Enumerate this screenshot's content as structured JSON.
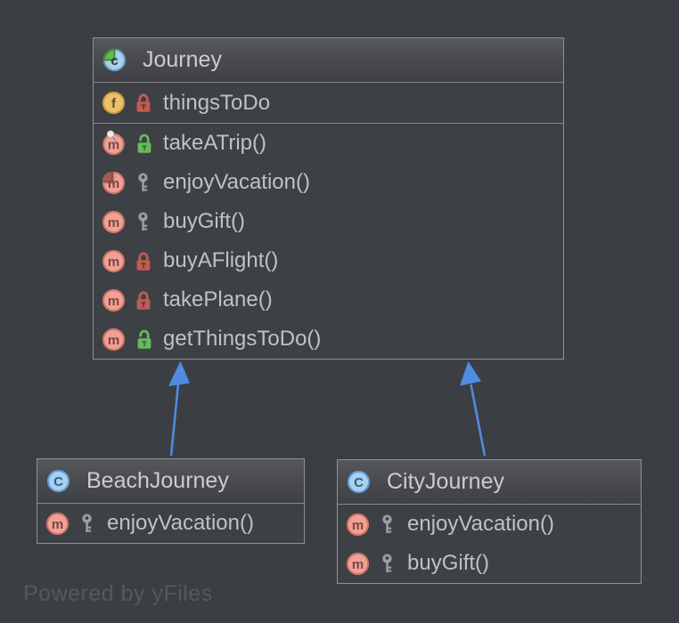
{
  "canvas": {
    "watermark": "Powered by yFiles",
    "background": "#3b3e42"
  },
  "icons": {
    "abstract_class_letter": "c",
    "class_letter": "C",
    "field_letter": "f",
    "method_letter": "m"
  },
  "colors": {
    "edge_blue": "#4f8be0",
    "node_border": "#8f9194",
    "private_lock_red": "#c15b54",
    "public_lock_green": "#68ba5c",
    "package_key_gray": "#9ea1a4",
    "class_icon_blue": "#a8d0ef",
    "abstract_quarter_green": "#64b94e",
    "field_icon_amber": "#eec06a",
    "method_icon_salmon": "#f0a195"
  },
  "classes": [
    {
      "name": "Journey",
      "kind": "abstract class",
      "fields": [
        {
          "name": "thingsToDo",
          "visibility": "private"
        }
      ],
      "methods": [
        {
          "name": "takeATrip()",
          "visibility": "public",
          "modifier": "pinned"
        },
        {
          "name": "enjoyVacation()",
          "visibility": "package-local",
          "modifier": "abstract"
        },
        {
          "name": "buyGift()",
          "visibility": "package-local"
        },
        {
          "name": "buyAFlight()",
          "visibility": "private"
        },
        {
          "name": "takePlane()",
          "visibility": "private"
        },
        {
          "name": "getThingsToDo()",
          "visibility": "public"
        }
      ]
    },
    {
      "name": "BeachJourney",
      "kind": "class",
      "methods": [
        {
          "name": "enjoyVacation()",
          "visibility": "package-local"
        }
      ]
    },
    {
      "name": "CityJourney",
      "kind": "class",
      "methods": [
        {
          "name": "enjoyVacation()",
          "visibility": "package-local"
        },
        {
          "name": "buyGift()",
          "visibility": "package-local"
        }
      ]
    }
  ],
  "relations": [
    {
      "from": "BeachJourney",
      "to": "Journey",
      "type": "extends"
    },
    {
      "from": "CityJourney",
      "to": "Journey",
      "type": "extends"
    }
  ]
}
